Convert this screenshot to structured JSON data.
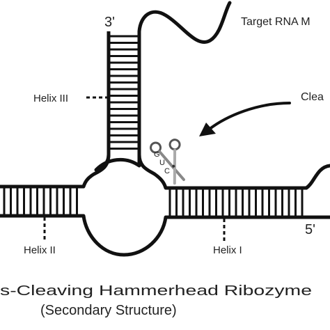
{
  "diagram": {
    "three_prime": "3'",
    "five_prime": "5'",
    "target_rna": "Target RNA M",
    "helix_one": "Helix I",
    "helix_two": "Helix II",
    "helix_three": "Helix III",
    "cleavage": "Clea",
    "bases": [
      "G",
      "U",
      "C"
    ],
    "caption_line1": "s-Cleaving Hammerhead Ribozyme",
    "caption_line2": "(Secondary Structure)"
  },
  "colors": {
    "strand": "#111111",
    "text": "#222222",
    "scissors": "#888888"
  }
}
